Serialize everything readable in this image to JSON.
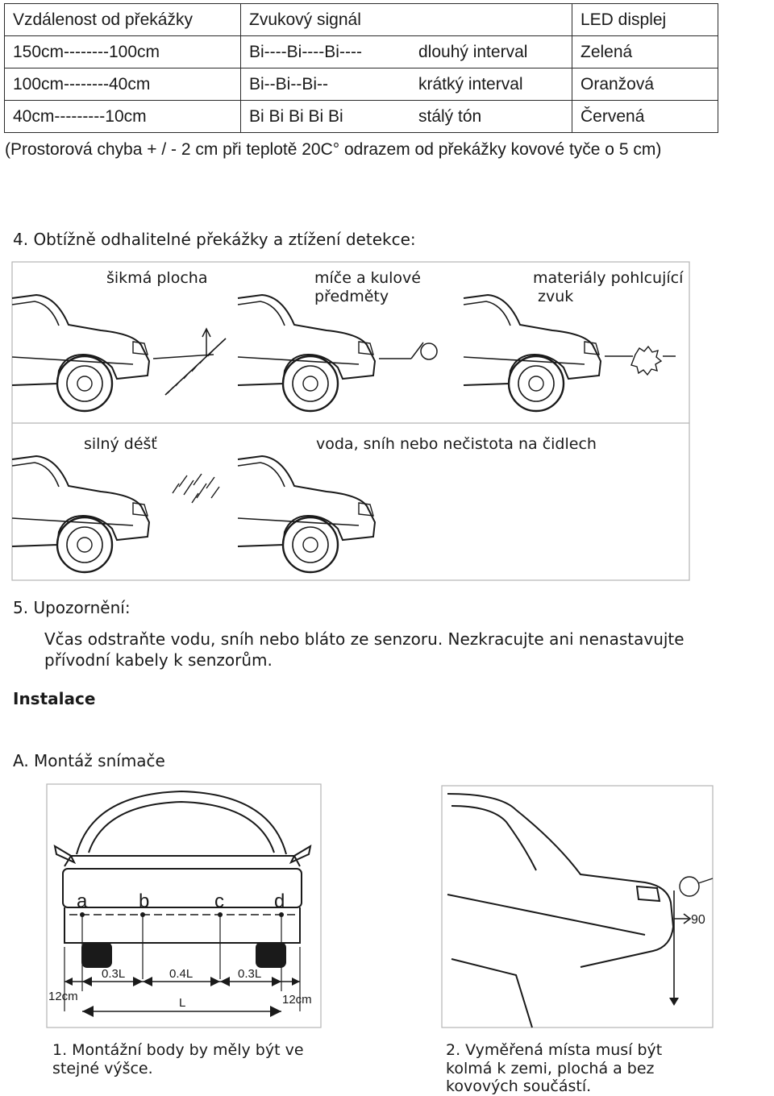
{
  "table": {
    "headers": [
      "Vzdálenost od překážky",
      "Zvukový signál",
      "",
      "LED displej"
    ],
    "rows": [
      [
        "150cm--------100cm",
        "Bi----Bi----Bi----",
        "dlouhý interval",
        "Zelená"
      ],
      [
        "100cm--------40cm",
        "Bi--Bi--Bi--",
        "krátký interval",
        "Oranžová"
      ],
      [
        "40cm---------10cm",
        "Bi Bi Bi Bi Bi",
        "stálý tón",
        "Červená"
      ]
    ]
  },
  "note": "(Prostorová chyba + / - 2 cm při teplotě 20C° odrazem od překážky kovové tyče o 5 cm)",
  "section4": {
    "heading": "4.  Obtížně odhalitelné překážky a ztížení detekce:",
    "labels": {
      "slope": "šikmá plocha",
      "balls_1": "míče a kulové",
      "balls_2": "předměty",
      "absorb_1": "materiály pohlcující",
      "absorb_2": "zvuk",
      "rain": "silný déšť",
      "water": "voda, sníh nebo nečistota na čidlech"
    }
  },
  "section5": {
    "heading": "5.  Upozornění:",
    "text_1": "Včas odstraňte vodu, sníh nebo bláto ze senzoru. Nezkracujte ani nenastavujte",
    "text_2": "přívodní kabely k senzorům."
  },
  "install": {
    "heading": "Instalace",
    "subheading": "A.  Montáž snímače",
    "rear_labels": {
      "a": "a",
      "b": "b",
      "c": "c",
      "d": "d"
    },
    "dims": {
      "d1": "0.3L",
      "d2": "0.4L",
      "d3": "0.3L",
      "cm_left": "12cm",
      "cm_right": "12cm",
      "total": "L"
    },
    "side_value": "90",
    "caption1_1": "1. Montážní body by měly být ve",
    "caption1_2": "stejné výšce.",
    "caption2_1": "2. Vyměřená místa musí být",
    "caption2_2": "kolmá k zemi, plochá a bez",
    "caption2_3": "kovových součástí."
  },
  "colors": {
    "ink": "#1a1a1a",
    "border": "#2a2a2a",
    "frame": "#999999"
  }
}
